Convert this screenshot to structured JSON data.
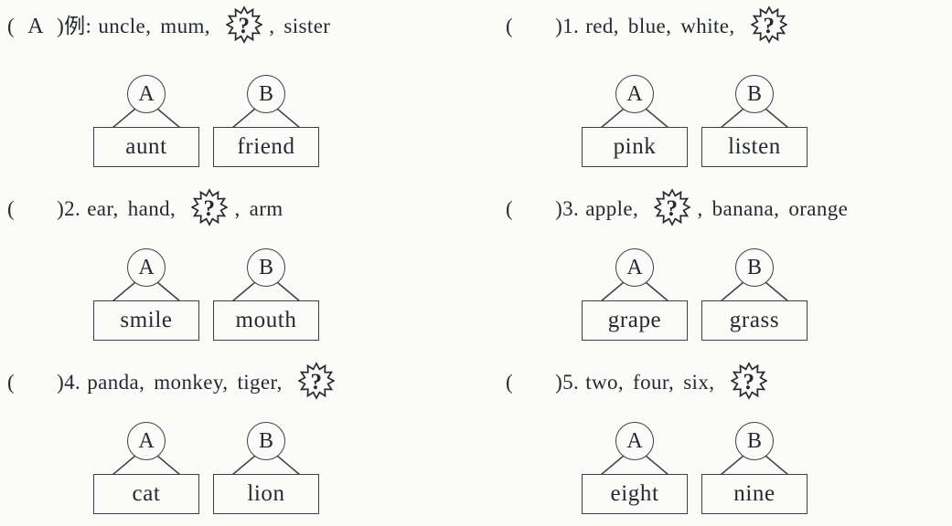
{
  "page": {
    "background_color": "#fbfbfa",
    "ink_color": "#26292e",
    "line_color": "#3d4045"
  },
  "punctuation": {
    "open_paren": "(",
    "close_paren": ")",
    "separator": ","
  },
  "icons": {
    "question_burst_glyph": "?"
  },
  "questions": [
    {
      "id": "example",
      "answer": "A",
      "number_label": "例:",
      "words": [
        "uncle",
        "mum",
        "?",
        "sister"
      ],
      "options": [
        {
          "letter": "A",
          "word": "aunt"
        },
        {
          "letter": "B",
          "word": "friend"
        }
      ]
    },
    {
      "id": "q1",
      "answer": "",
      "number_label": "1.",
      "words": [
        "red",
        "blue",
        "white",
        "?"
      ],
      "options": [
        {
          "letter": "A",
          "word": "pink"
        },
        {
          "letter": "B",
          "word": "listen"
        }
      ]
    },
    {
      "id": "q2",
      "answer": "",
      "number_label": "2.",
      "words": [
        "ear",
        "hand",
        "?",
        "arm"
      ],
      "options": [
        {
          "letter": "A",
          "word": "smile"
        },
        {
          "letter": "B",
          "word": "mouth"
        }
      ]
    },
    {
      "id": "q3",
      "answer": "",
      "number_label": "3.",
      "words": [
        "apple",
        "?",
        "banana",
        "orange"
      ],
      "options": [
        {
          "letter": "A",
          "word": "grape"
        },
        {
          "letter": "B",
          "word": "grass"
        }
      ]
    },
    {
      "id": "q4",
      "answer": "",
      "number_label": "4.",
      "words": [
        "panda",
        "monkey",
        "tiger",
        "?"
      ],
      "options": [
        {
          "letter": "A",
          "word": "cat"
        },
        {
          "letter": "B",
          "word": "lion"
        }
      ]
    },
    {
      "id": "q5",
      "answer": "",
      "number_label": "5.",
      "words": [
        "two",
        "four",
        "six",
        "?"
      ],
      "options": [
        {
          "letter": "A",
          "word": "eight"
        },
        {
          "letter": "B",
          "word": "nine"
        }
      ]
    }
  ]
}
